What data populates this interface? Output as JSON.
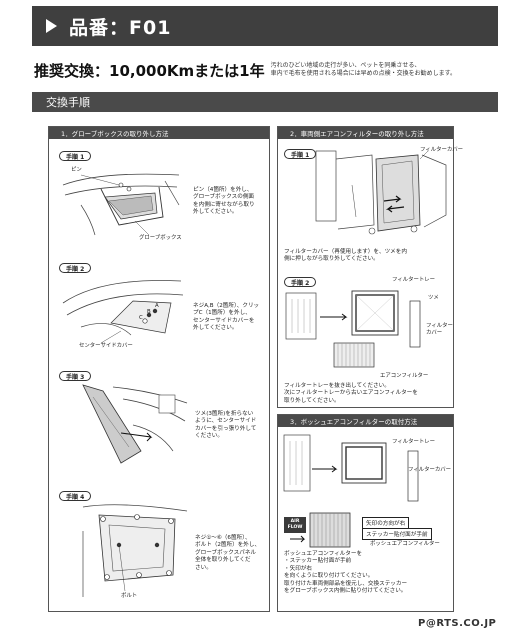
{
  "header": {
    "title": "品番：F01"
  },
  "recommend": {
    "headline": "推奨交換：10,000Kmまたは1年",
    "note_line1": "汚れのひどい地域の走行が多い、ペットを同乗させる、",
    "note_line2": "車内で毛布を使用される場合には早めの点検・交換をお勧めします。"
  },
  "section": {
    "title": "交換手順"
  },
  "panel1": {
    "title": "1．グローブボックスの取り外し方法",
    "steps": [
      {
        "label": "手順 1",
        "text": [
          "ピン（4箇所）を外し、",
          "グローブボックスの側面",
          "を内側に寄せながら取り",
          "外してください。"
        ],
        "labels": [
          "ピン",
          "グローブボックス"
        ]
      },
      {
        "label": "手順 2",
        "text": [
          "ネジA,B（2箇所）、クリッ",
          "プC（1箇所）を外し、",
          "センターサイドカバーを",
          "外してください。"
        ],
        "labels": [
          "センターサイドカバー",
          "A",
          "B",
          "C"
        ]
      },
      {
        "label": "手順 3",
        "text": [
          "ツメ(3箇所)を折らない",
          "ように、センターサイド",
          "カバーを引っ張り外して",
          "ください。"
        ],
        "labels": []
      },
      {
        "label": "手順 4",
        "text": [
          "ネジ①〜⑥（6箇所）、",
          "ボルト（2箇所）を外し、",
          "グローブボックスパネル",
          "全体を取り外してくだ",
          "さい。"
        ],
        "labels": [
          "ボルト"
        ]
      }
    ]
  },
  "panel2": {
    "title": "2．車両側エアコンフィルターの取り外し方法",
    "steps": [
      {
        "label": "手順 1",
        "text": [
          "フィルターカバー（再使用します）を、ツメを内",
          "側に押しながら取り外してください。"
        ],
        "labels": [
          "フィルターカバー"
        ]
      },
      {
        "label": "手順 2",
        "text": [
          "フィルタートレーを抜き出してください。",
          "次にフィルタートレーから古いエアコンフィルターを",
          "取り外してください。"
        ],
        "labels": [
          "フィルタートレー",
          "ツメ",
          "フィルター",
          "カバー",
          "エアコンフィルター"
        ]
      }
    ]
  },
  "panel3": {
    "title": "3．ボッシュエアコンフィルターの取付方法",
    "labels": {
      "tray": "フィルタートレー",
      "cover": "フィルターカバー",
      "airflow1": "AIR",
      "airflow2": "FLOW",
      "arrow": "矢印の方向が右",
      "sticker": "ステッカー貼付面が手前",
      "bosch": "ボッシュエアコンフィルター"
    },
    "text": [
      "ボッシュエアコンフィルターを",
      "・ステッカー貼付面が手前",
      "・矢印が右",
      "を向くように取り付けてください。",
      "取り付けた車両側部品を復元し、交換ステッカー",
      "をグローブボックス内側に貼り付けてください。"
    ]
  },
  "footer": {
    "logo": "P@RTS.CO.JP"
  }
}
